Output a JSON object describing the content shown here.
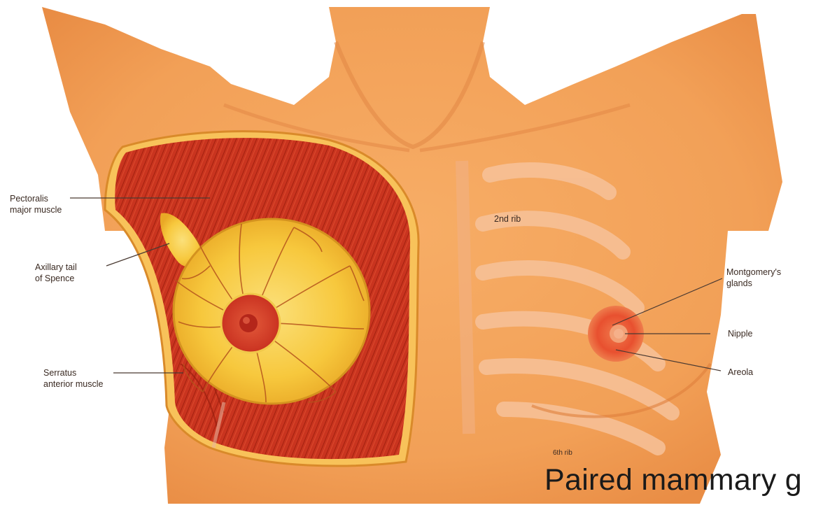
{
  "labels": {
    "pectoralis_major": [
      "Pectoralis",
      "major muscle"
    ],
    "axillary_tail": [
      "Axillary tail",
      "of Spence"
    ],
    "serratus_anterior": [
      "Serratus",
      "anterior muscle"
    ],
    "second_rib": "2nd rib",
    "sixth_rib": "6th rib",
    "montgomery_glands": [
      "Montgomery's",
      "glands"
    ],
    "nipple": "Nipple",
    "areola": "Areola"
  },
  "caption": "Paired mammary g",
  "colors": {
    "skin": "#f4a35a",
    "skin_shadow": "#e88a45",
    "muscle": "#c9321e",
    "gland": "#f6c33a",
    "areola": "#e6472c",
    "ribs": "#f7b98a",
    "label_text": "#3a2a22",
    "caption_text": "#1a1a1a"
  }
}
